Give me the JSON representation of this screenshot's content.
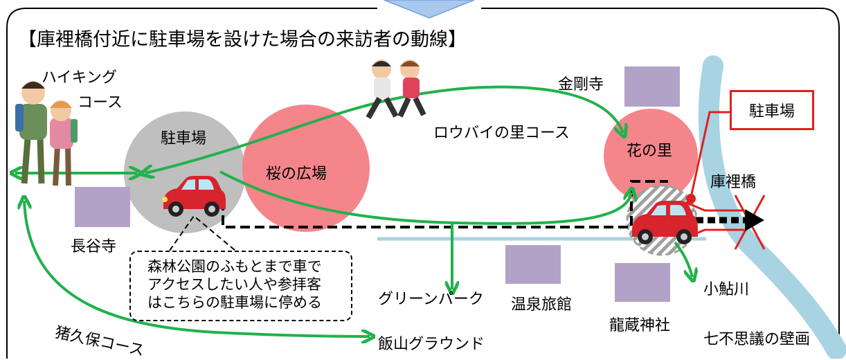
{
  "title": "【庫裡橋付近に駐車場を設けた場合の来訪者の動線】",
  "labels": {
    "hiking_line1": "ハイキング",
    "hiking_line2": "コース",
    "parking_area": "駐車場",
    "sakura_plaza": "桜の広場",
    "roubai_course": "ロウバイの里コース",
    "kongoji": "金剛寺",
    "hana_no_sato": "花の里",
    "parking_box": "駐車場",
    "kurihashi": "庫裡橋",
    "hasedera": "長谷寺",
    "green_park": "グリーンパーク",
    "onsen_ryokan": "温泉旅館",
    "ryuzo_jinja": "龍蔵神社",
    "koayu_river": "小鮎川",
    "nanafushigi": "七不思議の壁画",
    "iiyama_ground": "飯山グラウンド",
    "inokubo_course": "猪久保コース"
  },
  "callout": {
    "line1": "森林公園のふもとまで車で",
    "line2": "アクセスしたい人や参拝客",
    "line3": "はこちらの駐車場に停める"
  },
  "colors": {
    "route_green": "#22b14c",
    "circle_gray": "#bfbfbf",
    "circle_pink": "#f4858b",
    "building_purple": "#b3a2c7",
    "river_blue": "#a8d3e3",
    "car_red": "#d7242d",
    "highlight_red": "#e0201e"
  }
}
